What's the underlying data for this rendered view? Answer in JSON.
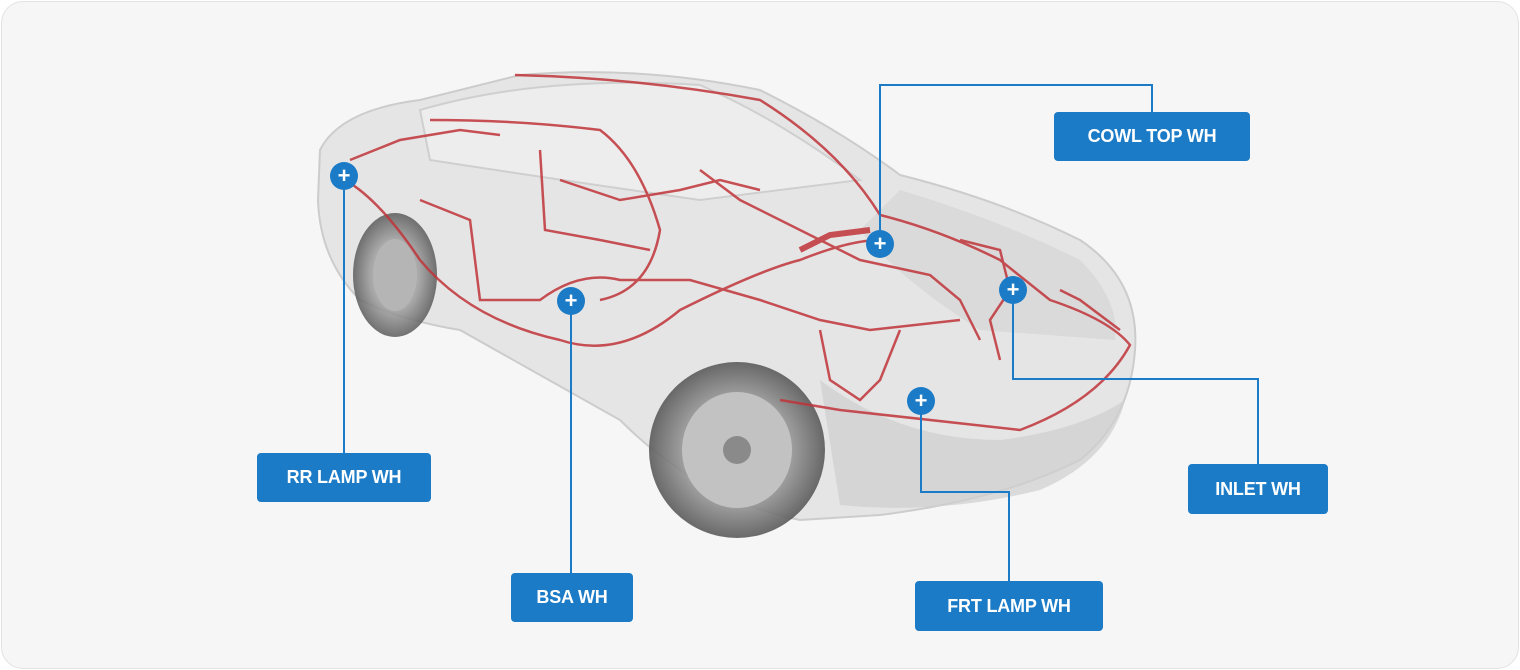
{
  "accent_color": "#1b7bc6",
  "wire_color": "#c0343a",
  "hotspots": [
    {
      "id": "cowl-top",
      "label": "COWL TOP WH",
      "icon": "plus-icon"
    },
    {
      "id": "rr-lamp",
      "label": "RR LAMP WH",
      "icon": "plus-icon"
    },
    {
      "id": "bsa",
      "label": "BSA WH",
      "icon": "plus-icon"
    },
    {
      "id": "frt-lamp",
      "label": "FRT LAMP WH",
      "icon": "plus-icon"
    },
    {
      "id": "inlet",
      "label": "INLET WH",
      "icon": "plus-icon"
    }
  ],
  "marker_symbol": "+"
}
